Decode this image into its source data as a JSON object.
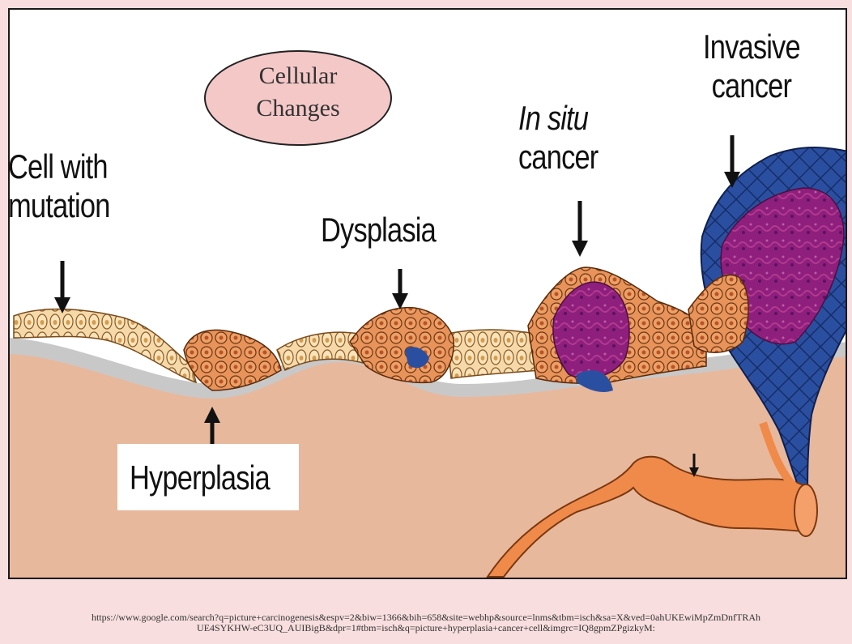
{
  "title_oval": {
    "line1": "Cellular",
    "line2": "Changes"
  },
  "labels": {
    "cell_with_mutation": {
      "line1": "Cell with",
      "line2": "mutation"
    },
    "hyperplasia": "Hyperplasia",
    "dysplasia": "Dysplasia",
    "in_situ_cancer": {
      "line1": "In situ",
      "line2": "cancer"
    },
    "invasive_cancer": {
      "line1": "Invasive",
      "line2": "cancer"
    }
  },
  "source": {
    "line1": "https://www.google.com/search?q=picture+carcinogenesis&espv=2&biw=1366&bih=658&site=webhp&source=lnms&tbm=isch&sa=X&ved=0ahUKEwiMpZmDnfTRAh",
    "line2": "UE4SYKHW-eC3UQ_AUIBigB&dpr=1#tbm=isch&q=picture+hyperplasia+cancer+cell&imgrc=IQ8gpmZPgizkyM:"
  },
  "colors": {
    "background": "#f8dede",
    "tissue": "#e8b89c",
    "basement_membrane": "#c8c8c8",
    "normal_cell": "#f6d9a8",
    "hyperplastic_cell": "#e8935a",
    "cancer_purple": "#8e1f7d",
    "cancer_blue": "#2b4fa0",
    "vessel": "#f08a4a",
    "oval_fill": "#f5c8c8"
  }
}
